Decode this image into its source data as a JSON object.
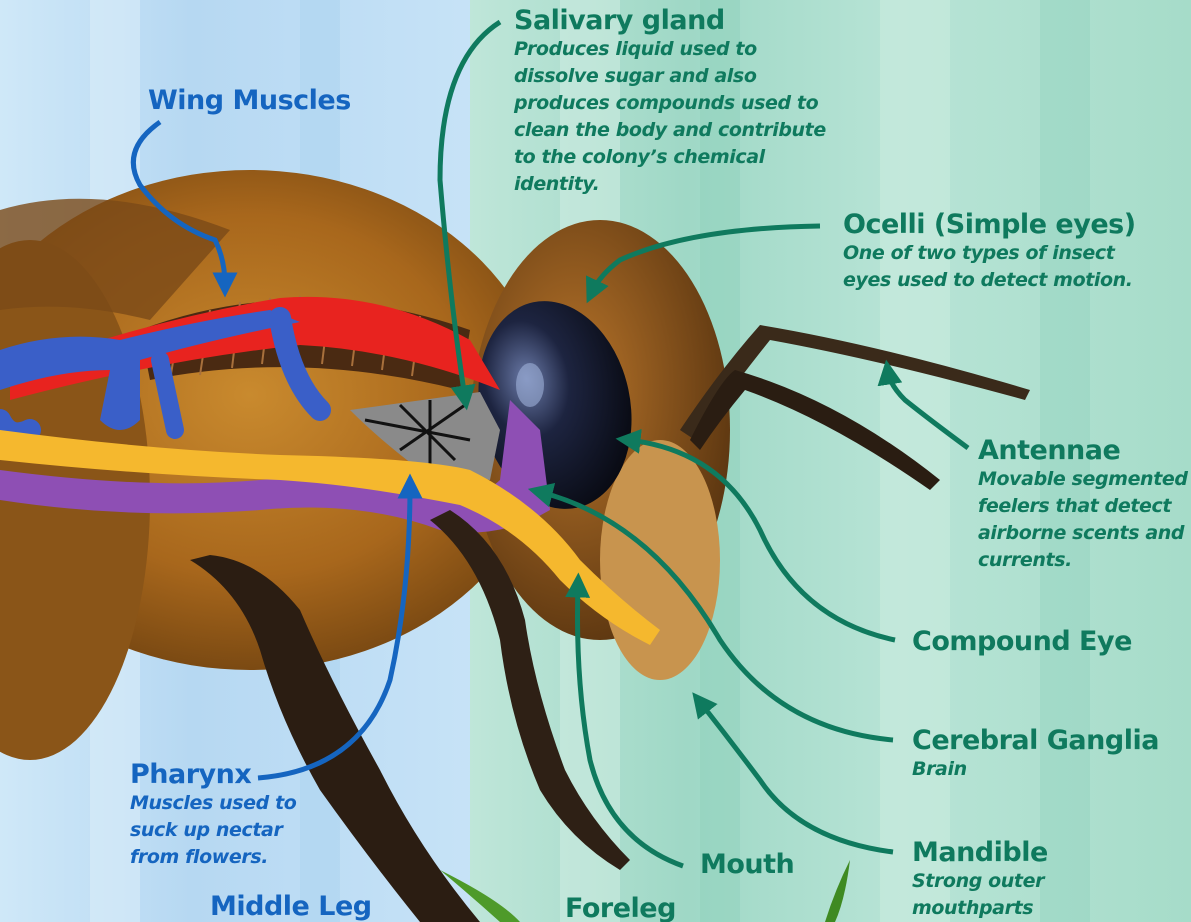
{
  "labels": {
    "salivary_gland": {
      "title": "Salivary gland",
      "desc": [
        "Produces liquid used to",
        "dissolve sugar and also",
        "produces compounds used to",
        "clean the body and contribute",
        "to the colony’s chemical",
        "identity."
      ]
    },
    "wing_muscles": {
      "title": "Wing Muscles"
    },
    "ocelli": {
      "title": "Ocelli (Simple eyes)",
      "desc": [
        "One of two types of insect",
        "eyes used to detect motion."
      ]
    },
    "antennae": {
      "title": "Antennae",
      "desc": [
        "Movable segmented",
        "feelers that detect",
        "airborne scents and",
        "currents."
      ]
    },
    "compound_eye": {
      "title": "Compound Eye"
    },
    "cerebral_ganglia": {
      "title": "Cerebral Ganglia",
      "desc": [
        "Brain"
      ]
    },
    "pharynx": {
      "title": "Pharynx",
      "desc": [
        "Muscles used to",
        "suck up nectar",
        "from flowers."
      ]
    },
    "mouth": {
      "title": "Mouth"
    },
    "mandible": {
      "title": "Mandible",
      "desc": [
        "Strong outer",
        "mouthparts"
      ]
    },
    "middle_leg": {
      "title": "Middle Leg"
    },
    "foreleg": {
      "title": "Foreleg"
    }
  },
  "colors": {
    "green_label": "#0f7a5e",
    "blue_label": "#1565c0",
    "wing_muscle_red": "#e8231f",
    "nerve_blue": "#3a5fc8",
    "pharynx_yellow": "#f5b82e",
    "ganglia_purple": "#8e4fb4"
  }
}
